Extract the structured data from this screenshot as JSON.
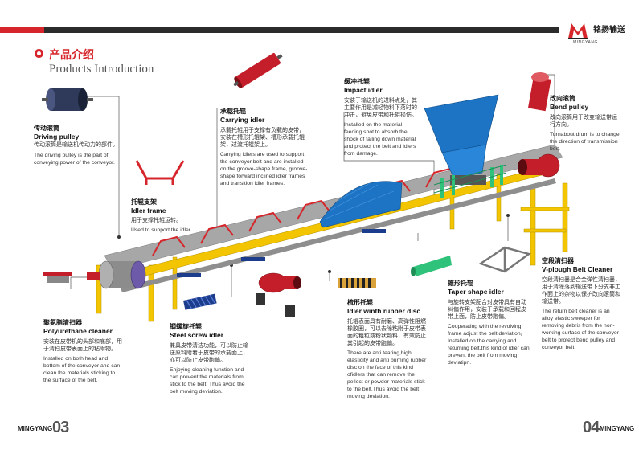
{
  "header": {
    "brand_cn": "铭扬输送",
    "brand_en": "MINGYANG",
    "section_cn": "产品介绍",
    "section_en": "Products Introduction"
  },
  "footer": {
    "left_brand": "MINGYANG",
    "left_page": "03",
    "right_page": "04",
    "right_brand": "MINGYANG"
  },
  "components": [
    {
      "id": "driving",
      "title_cn": "传动滚筒",
      "title_en": "Driving pulley",
      "desc_cn": "传动滚筒是输送机传动力的部件。",
      "desc_en": "The driving pulley is the part of conveying power of the conveyor."
    },
    {
      "id": "idlerframe",
      "title_cn": "托辊支架",
      "title_en": "Idler frame",
      "desc_cn": "用于支撑托辊运转。",
      "desc_en": "Used to support the idler."
    },
    {
      "id": "carrying",
      "title_cn": "承载托辊",
      "title_en": "Carrying idler",
      "desc_cn": "承载托辊用于支撑有负载的皮带，安装在槽形托辊架、槽形承载托辊架，过渡托辊架上。",
      "desc_en": "Carrying idlers are used to support the conveyor belt and are installed on the groove-shape frame, groove-shape forward inclined idler frames and transition idler frames."
    },
    {
      "id": "impact",
      "title_cn": "缓冲托辊",
      "title_en": "Impact idler",
      "desc_cn": "安装于输送机的进料点处，其主要作用是减轻物料下落时的冲击，避免皮带和托辊损伤。",
      "desc_en": "Installed on the material-feeding spot to absorb the shock of falling down material and protect the belt and idlers from damage."
    },
    {
      "id": "bend",
      "title_cn": "改向滚筒",
      "title_en": "Bend pulley",
      "desc_cn": "改向滚筒用于改变输送带运行方向。",
      "desc_en": "Turnabout drum is to change the direction of transmission belt."
    },
    {
      "id": "vplough",
      "title_cn": "空段清扫器",
      "title_en": "V-plough Belt Cleaner",
      "desc_cn": "空段清扫器是合金弹性清扫器，用于清除落到输送带下分支非工作面上的杂物以保护改向滚筒和输送带。",
      "desc_en": "The return belt cleaner is an alloy elastic sweeper for removing debris from the non-working surface of the conveyor belt to protect bend pulley and conveyor belt."
    },
    {
      "id": "taper",
      "title_cn": "锥形托辊",
      "title_en": "Taper shape idler",
      "desc_cn": "与旋转支架配合对皮带具有自动纠偏作用，安装于承载和回程皮带上面，防止皮带跑偏。",
      "desc_en": "Cooperating with the revolving frame adjust the belt deviation。Installed on the carrying and returning belt,this kind of idler can prevent the belt from moving deviatipn."
    },
    {
      "id": "rubberdisc",
      "title_cn": "梳形托辊",
      "title_en": "Idler winth rubber disc",
      "desc_cn": "托辊表面具有耐磨、高弹性阻燃橡胶圈，可以去除粘附于皮带表面的粗粒或粉状颗料，有效防止其引起的皮带跑偏。",
      "desc_en": "There are anti tearing,high elasticity and anti burning rubber disc on the face of this kind ofidlers that can remove the pellect or powder materials stick to the belt.Thus avoid the belt moving deviation."
    },
    {
      "id": "steelscrew",
      "title_cn": "钢螺旋托辊",
      "title_en": "Steel screw idler",
      "desc_cn": "兼具皮带清洁功能，可以防止输送原料附着于皮带的承载面上，亦可以防止皮带跑偏。",
      "desc_en": "Enjoying cleaning function and can prevent the materials from stick to the belt. Thus avoid the belt moving deviation."
    },
    {
      "id": "poly",
      "title_cn": "聚氨脂清扫器",
      "title_en": "Polyurethane cleaner",
      "desc_cn": "安装在皮带机的头部和底部，用于清扫皮带表面上的粘附物。",
      "desc_en": "Installed on both head and bottom of the conveyor and can clean the materials sticking to the surface of the belt."
    }
  ],
  "colors": {
    "accent_red": "#d6262b",
    "frame_yellow": "#f2c500",
    "machine_blue": "#1e74c4",
    "belt_gray": "#9a9a9a",
    "idler_blue": "#1c3c8c",
    "rubber_orange": "#d9a23a",
    "taper_green": "#2ec27a",
    "bend_red": "#c41e2a"
  }
}
